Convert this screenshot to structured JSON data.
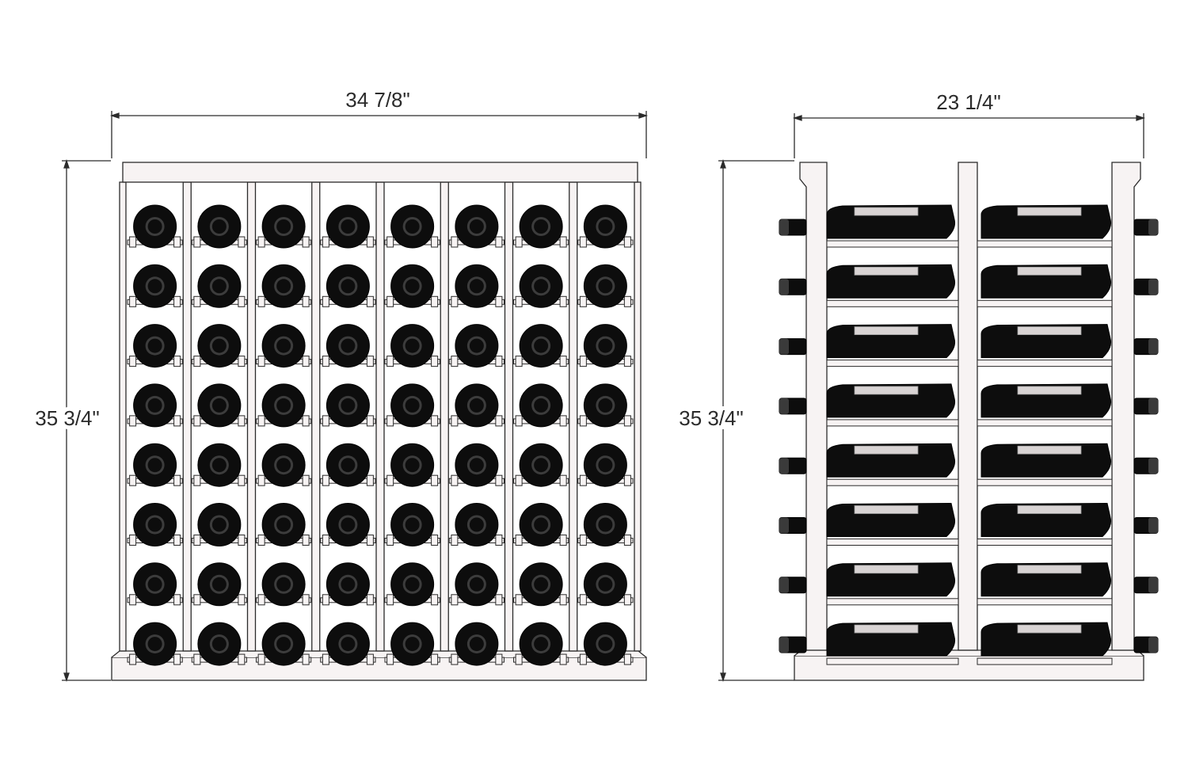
{
  "front_view": {
    "width_label": "34 7/8\"",
    "height_label": "35 3/4\"",
    "columns": 8,
    "rows": 8
  },
  "side_view": {
    "depth_label": "23 1/4\"",
    "height_label": "35 3/4\"",
    "rows": 8,
    "bottles_per_row": 2
  },
  "colors": {
    "line": "#2b2b2b",
    "wood": "#f7f3f3",
    "bottle": "#0d0d0d",
    "bottle_ring": "#3c3c3c",
    "capsule": "#d9d4d4"
  }
}
